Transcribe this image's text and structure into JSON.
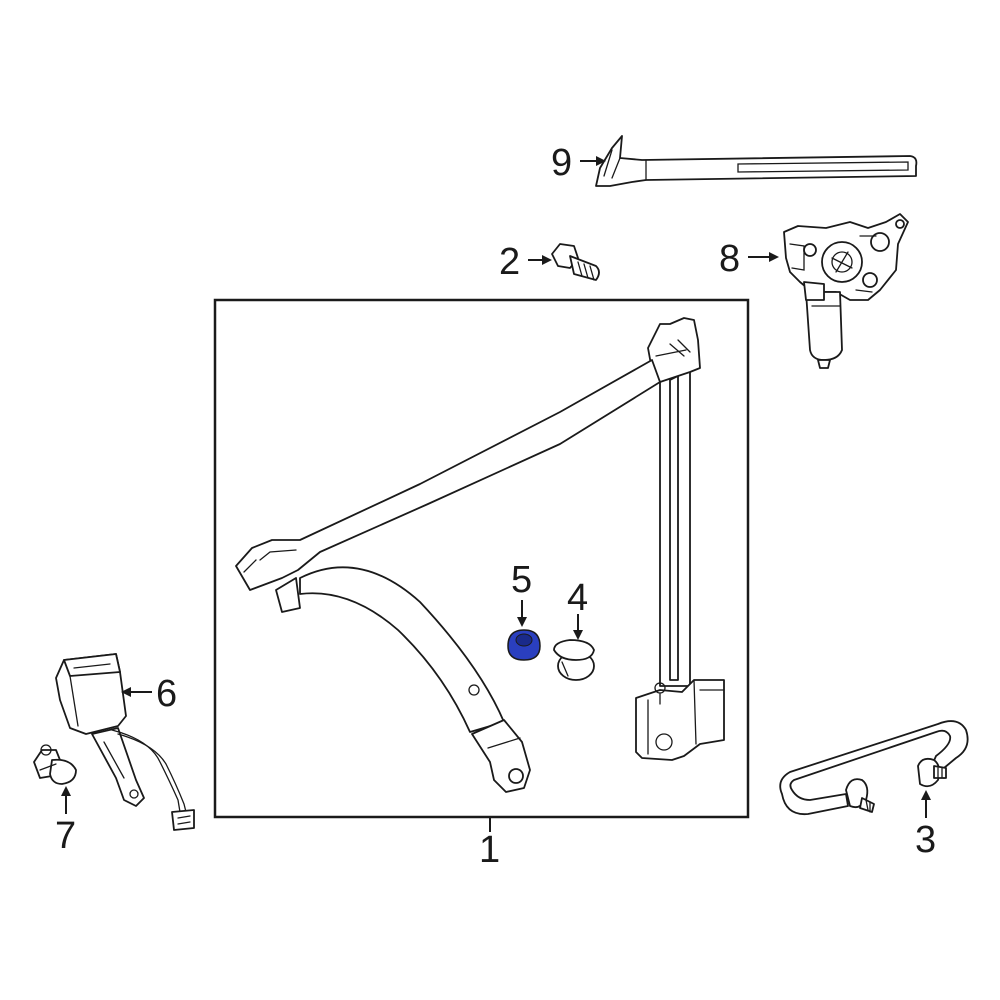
{
  "diagram": {
    "highlight_color": "#2a3fbf",
    "line_color": "#1a1a1a",
    "background": "#ffffff",
    "callouts": {
      "c1": "1",
      "c2": "2",
      "c3": "3",
      "c4": "4",
      "c5": "5",
      "c6": "6",
      "c7": "7",
      "c8": "8",
      "c9": "9"
    },
    "highlighted_part": "5"
  }
}
